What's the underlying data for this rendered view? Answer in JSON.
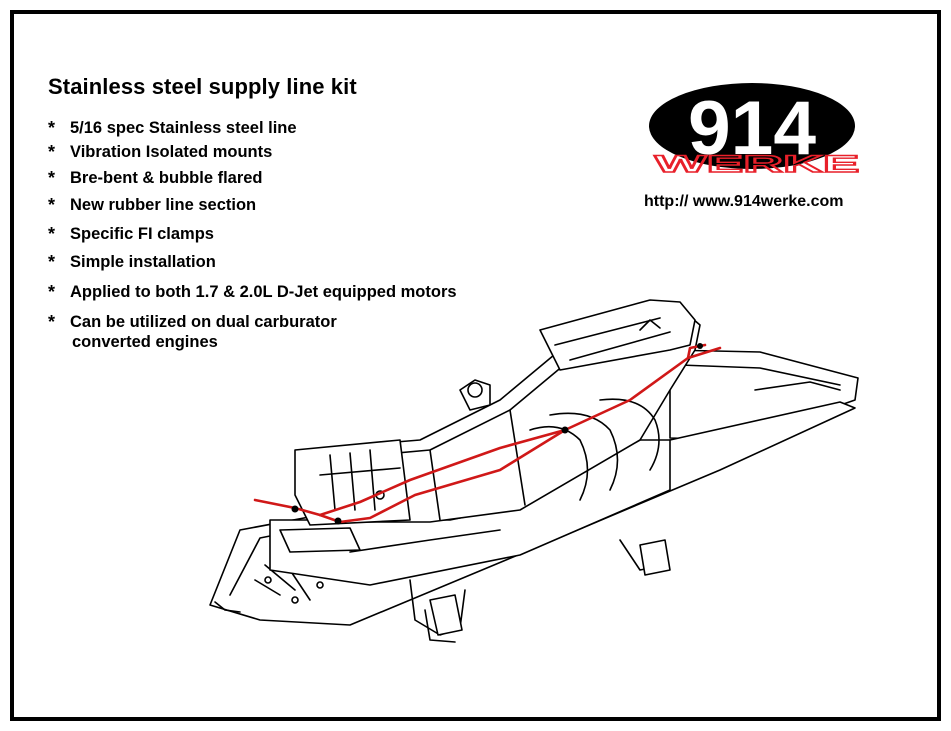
{
  "title": "Stainless steel supply line kit",
  "bullet_symbol": "*",
  "features": [
    "5/16 spec Stainless steel line",
    "Vibration Isolated mounts",
    "Bre-bent & bubble flared",
    "New rubber line section",
    "Specific FI clamps",
    "Simple installation",
    "Applied to both 1.7 & 2.0L  D-Jet equipped motors",
    "Can be utilized on dual carburator",
    "converted engines"
  ],
  "logo": {
    "number": "914",
    "brand": "WERKE",
    "colors": {
      "oval": "#000000",
      "number": "#ffffff",
      "brand": "#e8202a"
    }
  },
  "url": "http:// www.914werke.com",
  "colors": {
    "line": "#d01818",
    "border": "#000000"
  }
}
